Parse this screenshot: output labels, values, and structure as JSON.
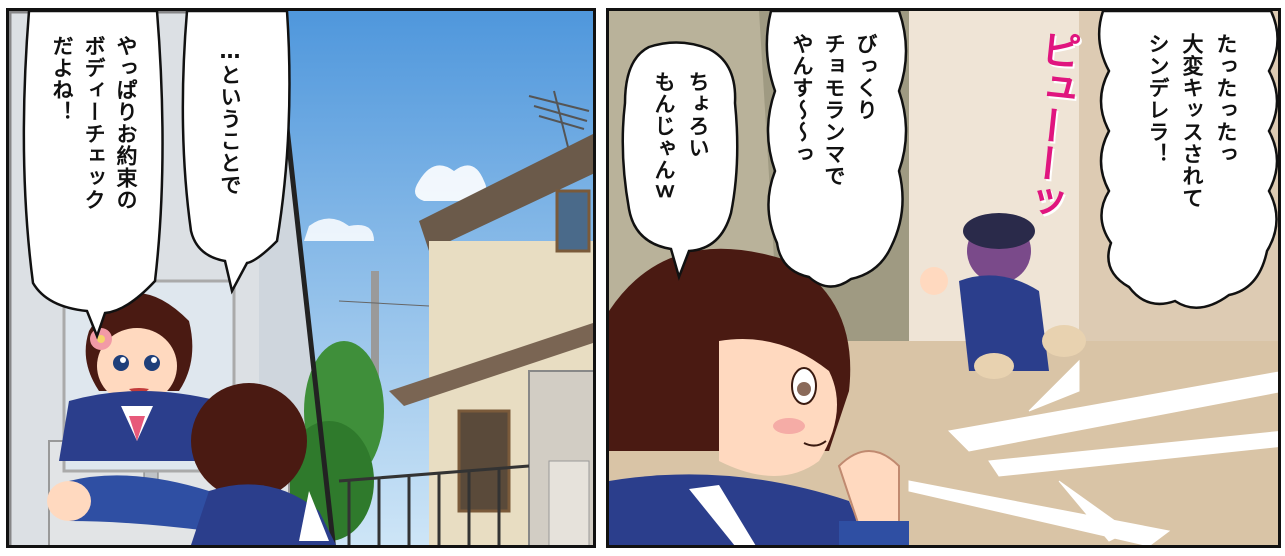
{
  "panels": {
    "left": {
      "bubble_right": "…ということで",
      "bubble_left_line1": "やっぱりお約束の",
      "bubble_left_line2": "ボディーチェック",
      "bubble_left_line3": "だよね！"
    },
    "right": {
      "bubble_shout_line1": "たったったっ",
      "bubble_shout_line2": "大変キッスされて",
      "bubble_shout_line3": "シンデレラ！",
      "sfx": "ピューーッ",
      "bubble_middle_line1": "びっくり",
      "bubble_middle_line2": "チョモランマで",
      "bubble_middle_line3": "やんす〜〜っ",
      "bubble_small_line1": "ちょろい",
      "bubble_small_line2": "もんじゃんｗ"
    }
  },
  "colors": {
    "sky": "#6fb0e6",
    "wall": "#e8ddc2",
    "uniform": "#2b3e8c",
    "hair": "#4a1a12",
    "sfx": "#e0157f",
    "ground": "#d9c4a6"
  }
}
